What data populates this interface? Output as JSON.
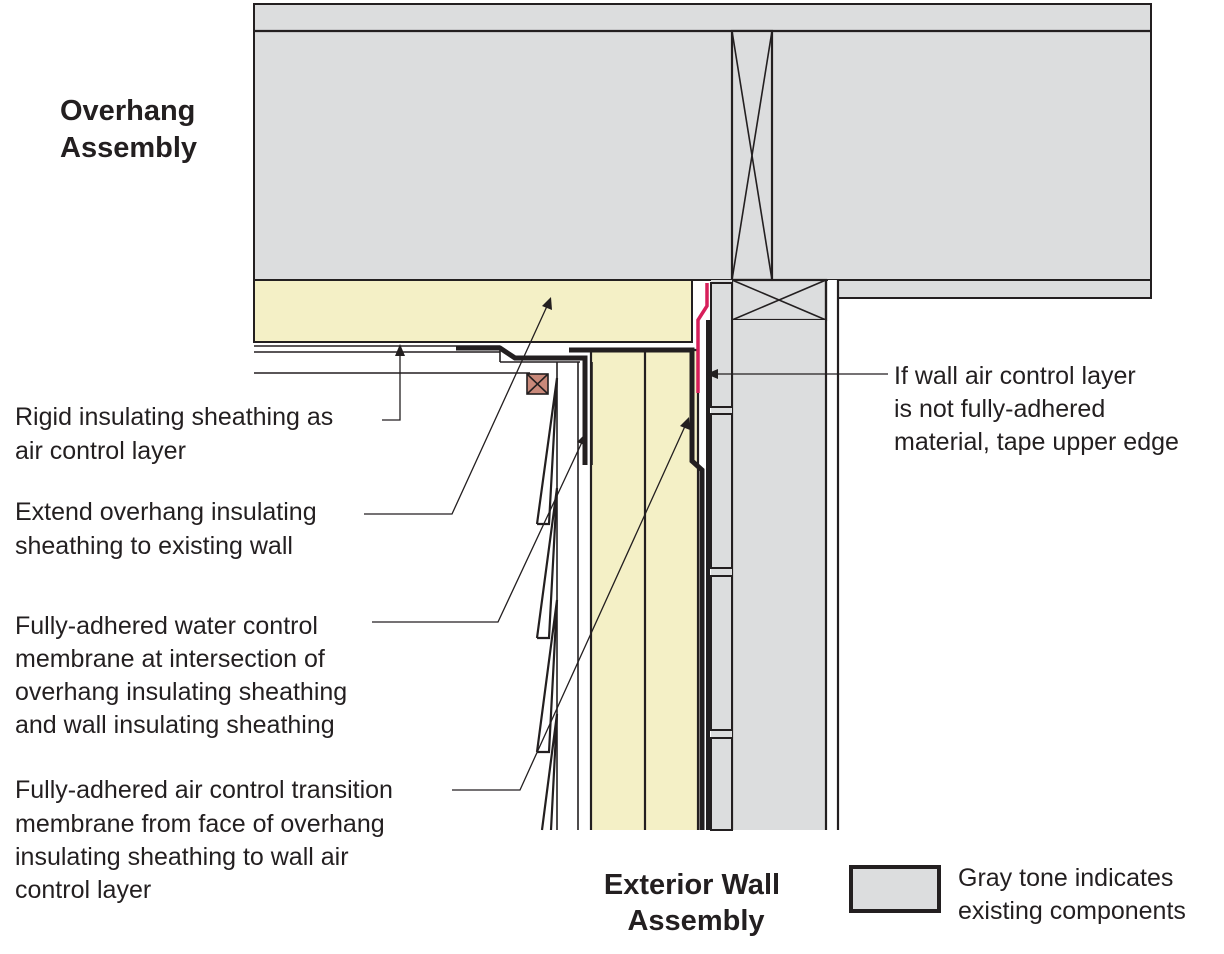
{
  "titles": {
    "overhang": [
      "Overhang",
      "Assembly"
    ],
    "wall": [
      "Exterior Wall",
      "Assembly"
    ]
  },
  "labels": {
    "rigid": [
      "Rigid insulating sheathing as",
      "air control layer"
    ],
    "extend": [
      "Extend overhang insulating",
      "sheathing to existing wall"
    ],
    "water": [
      "Fully-adhered water control",
      "membrane at intersection of",
      "overhang insulating sheathing",
      "and wall insulating sheathing"
    ],
    "transition": [
      "Fully-adhered air control transition",
      "membrane from face of overhang",
      "insulating sheathing to wall air",
      "control layer"
    ],
    "tape": [
      "If wall air control layer",
      "is not fully-adhered",
      "material, tape upper edge"
    ]
  },
  "legend": {
    "text": [
      "Gray tone indicates",
      "existing components"
    ],
    "swatch_color": "#dcddde"
  },
  "colors": {
    "existing_gray": "#dcddde",
    "insulation_yellow": "#f4f0c6",
    "tape_red": "#d71e5a",
    "blocking_brown": "#c9897a",
    "line": "#231f20"
  }
}
